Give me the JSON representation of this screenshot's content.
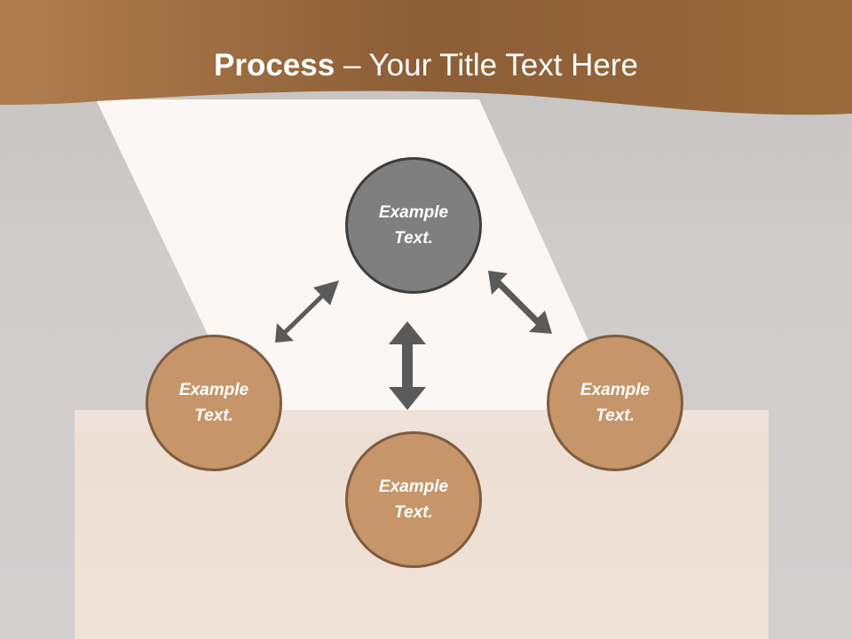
{
  "header": {
    "title_bold": "Process",
    "title_rest": " – Your Title Text Here"
  },
  "nodes": {
    "top": {
      "line1": "Example",
      "line2": "Text."
    },
    "left": {
      "line1": "Example",
      "line2": "Text."
    },
    "right": {
      "line1": "Example",
      "line2": "Text."
    },
    "bottom": {
      "line1": "Example",
      "line2": "Text."
    }
  },
  "colors": {
    "header": "#9b6a3c",
    "center_node": "#7f7f7f",
    "outer_node": "#c6956a",
    "arrow": "#5a5a5a"
  },
  "icons": [
    "double-arrow-icon"
  ]
}
